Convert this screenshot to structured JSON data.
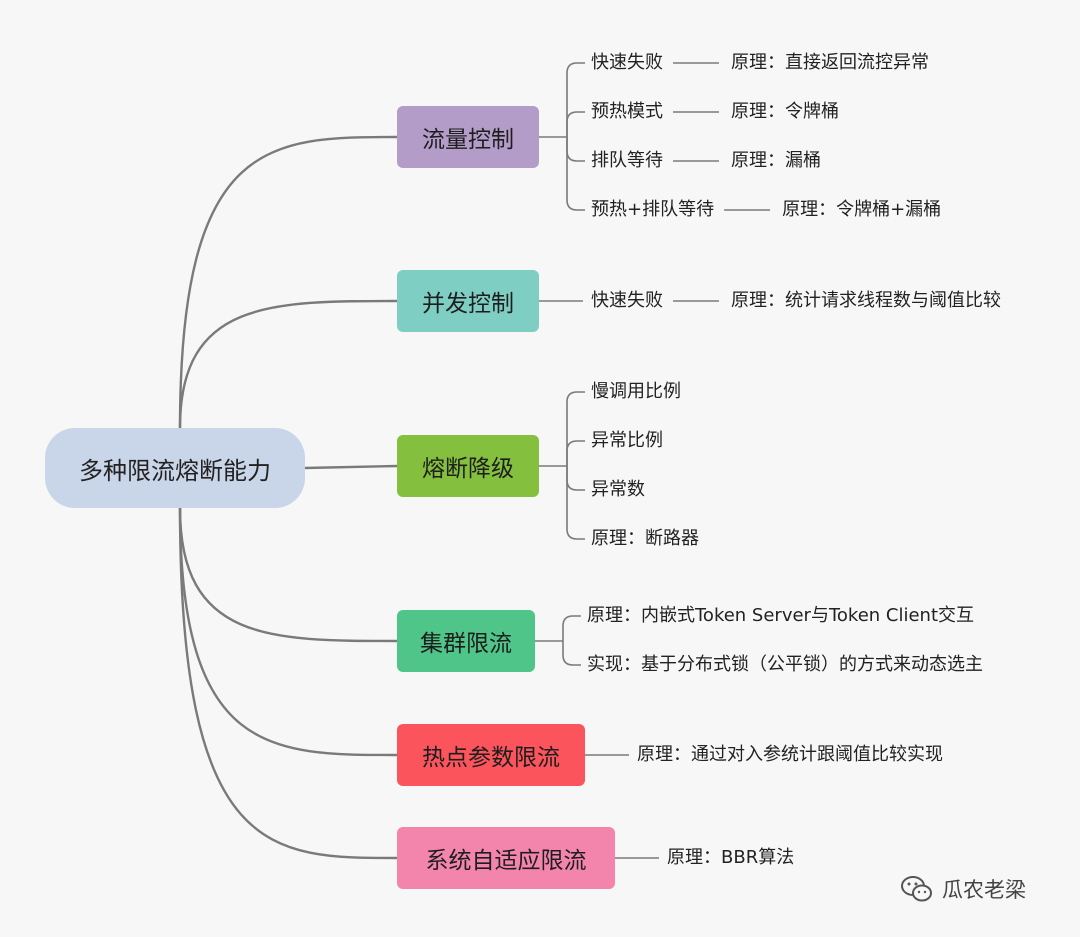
{
  "root": {
    "label": "多种限流熔断能力"
  },
  "branches": [
    {
      "label": "流量控制",
      "color": "#b49cc8",
      "leaves": [
        {
          "label": "快速失败",
          "detail": "原理：直接返回流控异常"
        },
        {
          "label": "预热模式",
          "detail": "原理：令牌桶"
        },
        {
          "label": "排队等待",
          "detail": "原理：漏桶"
        },
        {
          "label": "预热+排队等待",
          "detail": "原理：令牌桶+漏桶"
        }
      ]
    },
    {
      "label": "并发控制",
      "color": "#7fcec4",
      "leaves": [
        {
          "label": "快速失败",
          "detail": "原理：统计请求线程数与阈值比较"
        }
      ]
    },
    {
      "label": "熔断降级",
      "color": "#84bf3e",
      "leaves": [
        {
          "label": "慢调用比例"
        },
        {
          "label": "异常比例"
        },
        {
          "label": "异常数"
        },
        {
          "label": "原理：断路器"
        }
      ]
    },
    {
      "label": "集群限流",
      "color": "#50c589",
      "leaves": [
        {
          "label": "原理：内嵌式Token Server与Token Client交互"
        },
        {
          "label": "实现：基于分布式锁（公平锁）的方式来动态选主"
        }
      ]
    },
    {
      "label": "热点参数限流",
      "color": "#fb545c",
      "leaves": [
        {
          "label": "原理：通过对入参统计跟阈值比较实现"
        }
      ]
    },
    {
      "label": "系统自适应限流",
      "color": "#f384ab",
      "leaves": [
        {
          "label": "原理：BBR算法"
        }
      ]
    }
  ],
  "watermark": {
    "text": "瓜农老梁",
    "icon": "wechat-icon"
  }
}
